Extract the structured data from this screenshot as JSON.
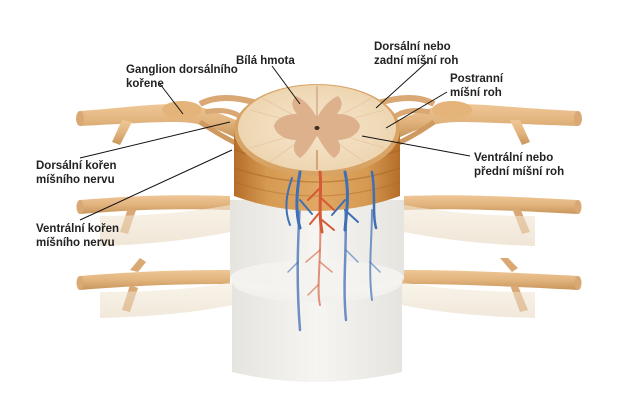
{
  "labels": {
    "ganglion": "Ganglion dorsálního\nkořene",
    "white_matter": "Bílá hmota",
    "dorsal_horn": "Dorsální nebo\nzadní míšní roh",
    "lateral_horn": "Postranní\nmíšní roh",
    "ventral_horn": "Ventrální nebo\npřední míšní roh",
    "dorsal_root": "Dorsální kořen\nmíšního nervu",
    "ventral_root": "Ventrální kořen\nmíšního nervu"
  },
  "colors": {
    "nerve": "#e2b47e",
    "nerve_dark": "#c8955b",
    "white_matter": "#f1d9b8",
    "gray_matter": "#dcae8a",
    "cord_side": "#c9833a",
    "pale_segment": "#efeeea",
    "artery": "#d65a36",
    "vein": "#3f6fb5",
    "leader_line": "#111111"
  }
}
